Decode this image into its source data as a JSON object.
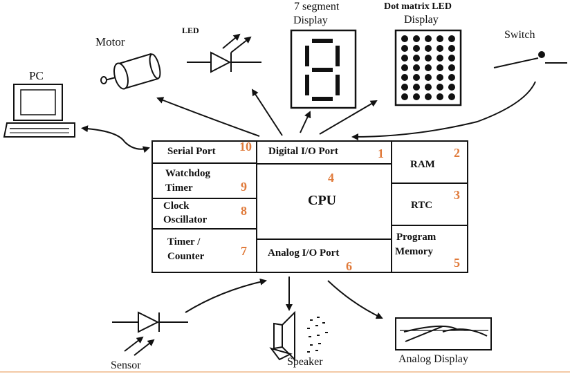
{
  "colors": {
    "stroke": "#111111",
    "number": "#e07a3a",
    "background": "#ffffff",
    "footer_line": "#f3c9a6"
  },
  "peripherals": {
    "pc": "PC",
    "motor": "Motor",
    "led": "LED",
    "seven_segment_line1": "7 segment",
    "seven_segment_line2": "Display",
    "dot_matrix_line1": "Dot matrix LED",
    "dot_matrix_line2": "Display",
    "switch": "Switch",
    "sensor": "Sensor",
    "speaker": "Speaker",
    "analog_display": "Analog Display"
  },
  "blocks": {
    "serial_port": {
      "label": "Serial Port",
      "number": "10"
    },
    "watchdog_timer": {
      "label_line1": "Watchdog",
      "label_line2": "Timer",
      "number": "9"
    },
    "clock_oscillator": {
      "label_line1": "Clock",
      "label_line2": "Oscillator",
      "number": "8"
    },
    "timer_counter": {
      "label_line1": "Timer /",
      "label_line2": "Counter",
      "number": "7"
    },
    "digital_io": {
      "label": "Digital I/O Port",
      "number": "1"
    },
    "cpu": {
      "label": "CPU",
      "number": "4"
    },
    "analog_io": {
      "label": "Analog I/O Port",
      "number": "6"
    },
    "ram": {
      "label": "RAM",
      "number": "2"
    },
    "rtc": {
      "label": "RTC",
      "number": "3"
    },
    "program_memory": {
      "label_line1": "Program",
      "label_line2": "Memory",
      "number": "5"
    }
  }
}
